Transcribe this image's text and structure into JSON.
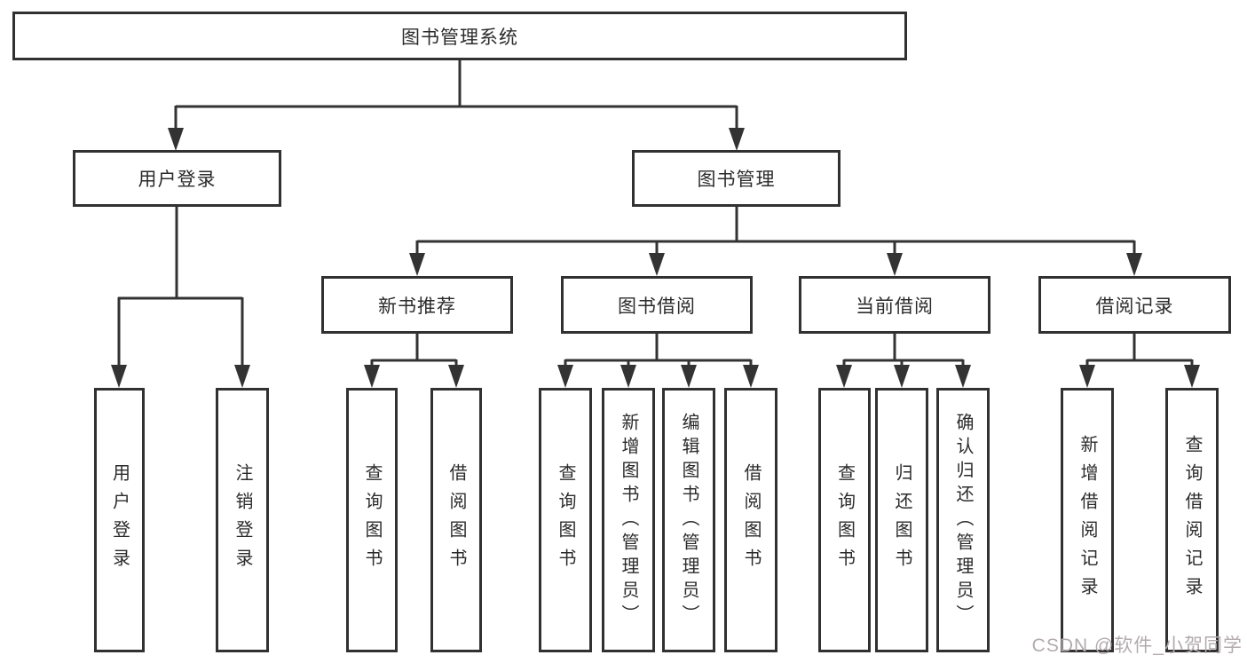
{
  "watermark": {
    "text": "CSDN @软件_小贺同学"
  },
  "colors": {
    "background": "#ffffff",
    "line": "#333333",
    "box_border": "#313131",
    "text": "#2b2b2b",
    "watermark": "#b3abad"
  },
  "tree": {
    "label": "图书管理系统",
    "children": [
      {
        "label": "用户登录",
        "children": [
          {
            "label": "用户登录"
          },
          {
            "label": "注销登录"
          }
        ]
      },
      {
        "label": "图书管理",
        "children": [
          {
            "label": "新书推荐",
            "children": [
              {
                "label": "查询图书"
              },
              {
                "label": "借阅图书"
              }
            ]
          },
          {
            "label": "图书借阅",
            "children": [
              {
                "label": "查询图书"
              },
              {
                "label": "新增图书（管理员）"
              },
              {
                "label": "编辑图书（管理员）"
              },
              {
                "label": "借阅图书"
              }
            ]
          },
          {
            "label": "当前借阅",
            "children": [
              {
                "label": "查询图书"
              },
              {
                "label": "归还图书"
              },
              {
                "label": "确认归还（管理员）"
              }
            ]
          },
          {
            "label": "借阅记录",
            "children": [
              {
                "label": "新增借阅记录"
              },
              {
                "label": "查询借阅记录"
              }
            ]
          }
        ]
      }
    ]
  }
}
